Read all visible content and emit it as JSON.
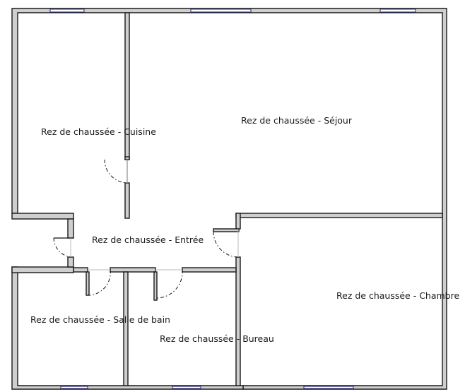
{
  "floor_plan": {
    "rooms": [
      {
        "id": "cuisine",
        "label": "Rez de chaussée - Cuisine"
      },
      {
        "id": "sejour",
        "label": "Rez de chaussée - Séjour"
      },
      {
        "id": "entree",
        "label": "Rez de chaussée - Entrée"
      },
      {
        "id": "chambre",
        "label": "Rez de chaussée - Chambre"
      },
      {
        "id": "salle-de-bain",
        "label": "Rez de chaussée - Salle de bain"
      },
      {
        "id": "bureau",
        "label": "Rez de chaussée - Bureau"
      }
    ],
    "colors": {
      "wall_fill": "#cfcfcf",
      "wall_stroke": "#1a1a1a",
      "window_stroke": "#2a2a7a",
      "background": "#ffffff"
    }
  }
}
